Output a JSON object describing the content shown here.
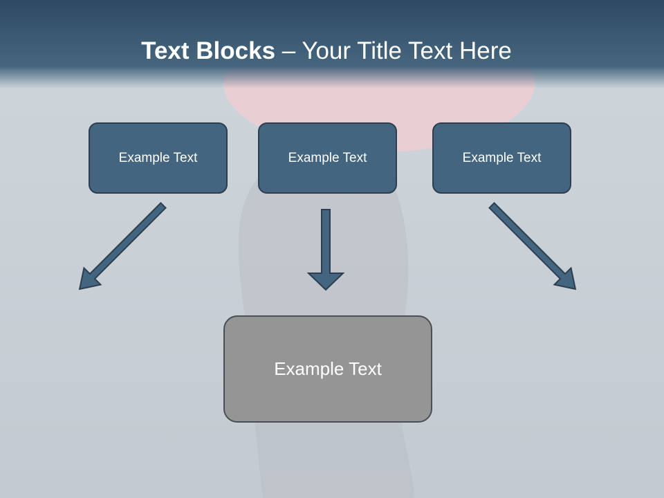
{
  "slide": {
    "title_bold": "Text Blocks",
    "title_dash": " – ",
    "title_rest": "Your Title Text Here"
  },
  "boxes": [
    {
      "label": "Example Text"
    },
    {
      "label": "Example Text"
    },
    {
      "label": "Example Text"
    }
  ],
  "center_box": {
    "label": "Example Text"
  },
  "colors": {
    "header": "#3f5f78",
    "box_fill": "#43657f",
    "box_border": "#2c3e50",
    "center_fill": "#959595",
    "arrow": "#3f5f78"
  }
}
